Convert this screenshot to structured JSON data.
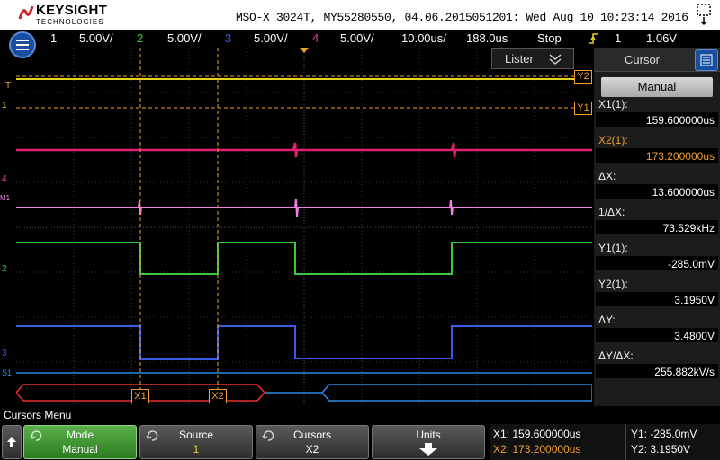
{
  "titlebar": {
    "brand": "KEYSIGHT",
    "brand_sub": "TECHNOLOGIES",
    "title": "MSO-X 3024T, MY55280550, 04.06.2015051201: Wed Aug 10 10:23:14 2016"
  },
  "statusbar": {
    "ch1_num": "1",
    "ch1_scale": "5.00V/",
    "ch2_num": "2",
    "ch2_scale": "5.00V/",
    "ch3_num": "3",
    "ch3_scale": "5.00V/",
    "ch4_num": "4",
    "ch4_scale": "5.00V/",
    "timebase": "10.00us/",
    "delay": "188.0us",
    "run_state": "Stop",
    "trig_source": "1",
    "trig_level": "1.06V"
  },
  "colors": {
    "ch1": "#e8d020",
    "ch2": "#38c838",
    "ch3": "#3a5ae8",
    "ch4": "#e040a0",
    "math": "#f080e0",
    "serial": "#2a8ae8",
    "bus_red": "#e83030",
    "cursor": "#f0a030"
  },
  "plot": {
    "listener_label": "Lister",
    "marker_y2": "Y2",
    "marker_y1": "Y1",
    "marker_x1": "X1",
    "marker_x2": "X2",
    "marker_t": "T",
    "marker_1": "1",
    "marker_4": "4",
    "marker_m1": "M1",
    "marker_2": "2",
    "marker_3": "3",
    "marker_s1": "S1"
  },
  "panel": {
    "tab_label": "Cursor",
    "mode_label": "Manual",
    "x1_label": "X1(1):",
    "x1_value": "159.600000us",
    "x2_label": "X2(1):",
    "x2_value": "173.200000us",
    "dx_label": "ΔX:",
    "dx_value": "13.600000us",
    "inv_dx_label": "1/ΔX:",
    "inv_dx_value": "73.529kHz",
    "y1_label": "Y1(1):",
    "y1_value": "-285.0mV",
    "y2_label": "Y2(1):",
    "y2_value": "3.1950V",
    "dy_label": "ΔY:",
    "dy_value": "3.4800V",
    "dydx_label": "ΔY/ΔX:",
    "dydx_value": "255.882kV/s"
  },
  "softbar": {
    "menu_title": "Cursors Menu",
    "mode_top": "Mode",
    "mode_bot": "Manual",
    "source_top": "Source",
    "source_bot": "1",
    "cursors_top": "Cursors",
    "cursors_bot": "X2",
    "units_top": "Units"
  },
  "readout": {
    "x1": "X1:  159.600000us",
    "x2": "X2:  173.200000us",
    "y1": "Y1: -285.0mV",
    "y2": "Y2: 3.1950V"
  },
  "icons": {
    "menu": "menu-circle-icon",
    "tab": "panel-menu-icon",
    "trigger": "trigger-edge-icon",
    "back": "up-arrow-icon",
    "units": "down-arrow-icon"
  }
}
